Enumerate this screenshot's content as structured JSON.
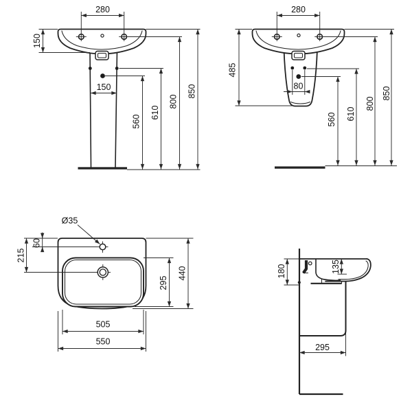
{
  "meta": {
    "background": "#ffffff",
    "line_color": "#222222",
    "dim_line_color": "#2a2a2a"
  },
  "views": {
    "front_pedestal": {
      "dims": {
        "tap_spacing": "280",
        "basin_height": "150",
        "fixing_spacing": "150",
        "drain_height": "560",
        "fixing_height": "610",
        "tap_height": "800",
        "rim_height": "850"
      }
    },
    "front_semi_pedestal": {
      "dims": {
        "tap_spacing": "280",
        "semi_pedestal_height": "485",
        "fixing_spacing": "80",
        "drain_height": "560",
        "fixing_height": "610",
        "tap_height": "800",
        "rim_height": "850"
      }
    },
    "plan": {
      "dims": {
        "hole_diameter": "Ø35",
        "tap_offset": "60",
        "drain_offset": "215",
        "bowl_depth": "295",
        "total_depth": "440",
        "bowl_width": "505",
        "total_width": "550"
      }
    },
    "side": {
      "dims": {
        "fixing_zone_height": "180",
        "inner_depth": "135",
        "wall_offset": "295"
      }
    }
  }
}
